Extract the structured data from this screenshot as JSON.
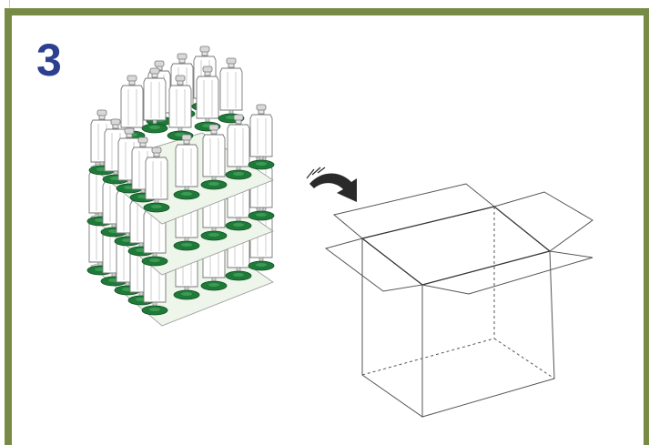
{
  "step": {
    "number": "3"
  },
  "colors": {
    "frame_border": "#778b46",
    "step_number": "#2d3f8f",
    "ring_green": "#1f7a3a",
    "tray_fill": "#eef5ea",
    "line": "#555555"
  },
  "illustration": {
    "left_object": "stacked-product-units-on-trays",
    "arrow": "curved-arrow-icon",
    "right_object": "open-cardboard-box"
  }
}
